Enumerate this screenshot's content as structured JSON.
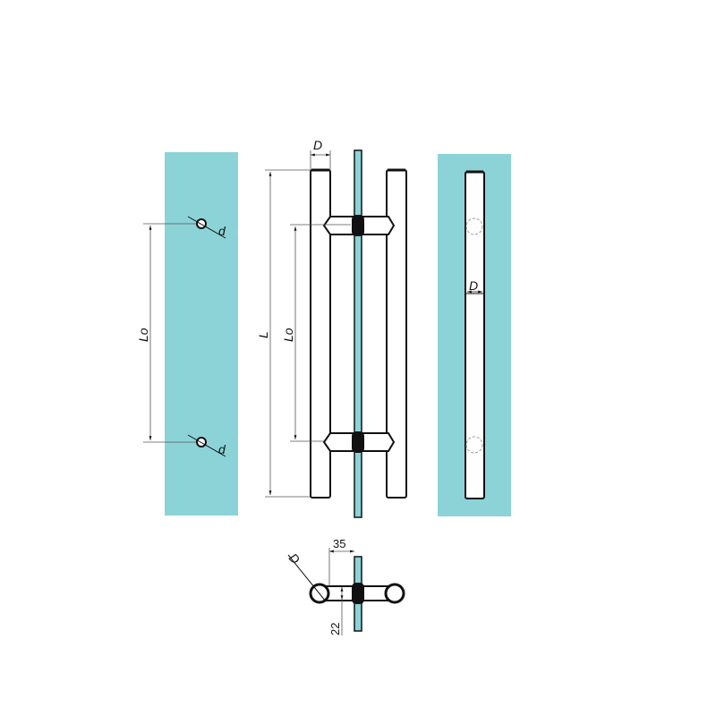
{
  "colors": {
    "glass": "#8cd3d8",
    "line": "#111111",
    "dim": "#555555"
  },
  "left_view": {
    "spacing_label": "Lo",
    "hole_top_label": "d",
    "hole_bottom_label": "d"
  },
  "side_view": {
    "diameter_label": "D",
    "length_label": "L",
    "spacing_label": "Lo"
  },
  "right_view": {
    "diameter_label": "D"
  },
  "top_view": {
    "diameter_label": "D",
    "offset_value": "35",
    "standoff_value": "22"
  }
}
